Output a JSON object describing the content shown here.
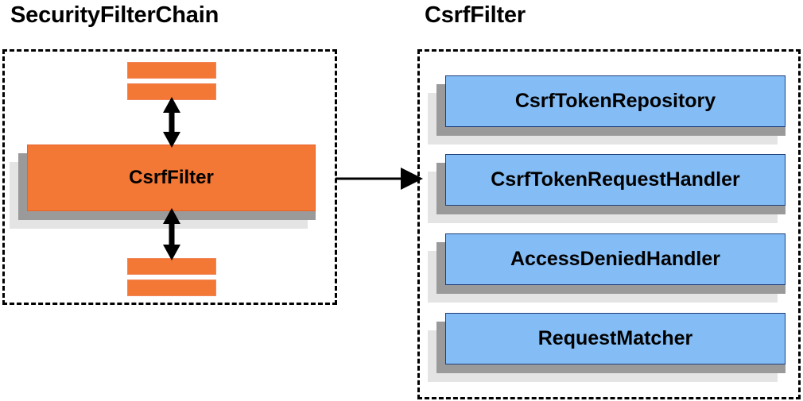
{
  "diagram": {
    "type": "architecture-diagram",
    "panels": [
      {
        "id": "securityfilterchain",
        "title": "SecurityFilterChain",
        "items": [
          {
            "id": "strip-top-1",
            "label": "",
            "kind": "filter-strip"
          },
          {
            "id": "strip-top-2",
            "label": "",
            "kind": "filter-strip"
          },
          {
            "id": "csrffilter",
            "label": "CsrfFilter",
            "kind": "filter-box"
          },
          {
            "id": "strip-bottom-1",
            "label": "",
            "kind": "filter-strip"
          },
          {
            "id": "strip-bottom-2",
            "label": "",
            "kind": "filter-strip"
          }
        ]
      },
      {
        "id": "csrffilter",
        "title": "CsrfFilter",
        "items": [
          {
            "id": "csrftokenrepository",
            "label": "CsrfTokenRepository",
            "kind": "collaborator"
          },
          {
            "id": "csrftokenrequesthandler",
            "label": "CsrfTokenRequestHandler",
            "kind": "collaborator"
          },
          {
            "id": "accessdeniedhandler",
            "label": "AccessDeniedHandler",
            "kind": "collaborator"
          },
          {
            "id": "requestmatcher",
            "label": "RequestMatcher",
            "kind": "collaborator"
          }
        ]
      }
    ],
    "connectors": [
      {
        "id": "arrow-top",
        "kind": "double-arrow-vertical",
        "from": "strip-top-2",
        "to": "csrffilter"
      },
      {
        "id": "arrow-bottom",
        "kind": "double-arrow-vertical",
        "from": "csrffilter",
        "to": "strip-bottom-1"
      },
      {
        "id": "arrow-link",
        "kind": "single-arrow-right",
        "from": "csrffilter",
        "to": "csrffilter-panel"
      }
    ],
    "colors": {
      "filter_fill": "#f37735",
      "filter_border": "#e8622a",
      "collaborator_fill": "#84bdf5",
      "collaborator_border": "#1f3d7a",
      "shadow_dark": "#9a9a9a",
      "shadow_light": "#e4e4e4",
      "outline": "#000000",
      "background": "#ffffff"
    }
  }
}
